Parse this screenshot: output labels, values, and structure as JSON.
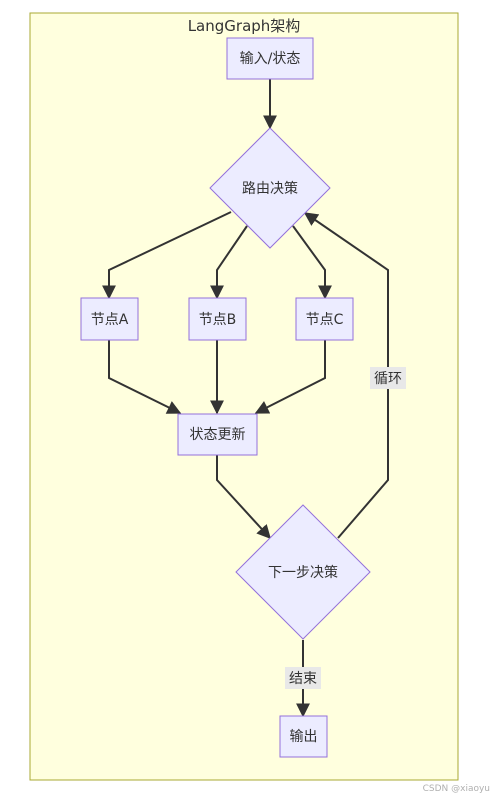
{
  "diagram": {
    "cluster_title": "LangGraph架构",
    "nodes": {
      "input_state": "输入/状态",
      "route_decision": "路由决策",
      "node_a": "节点A",
      "node_b": "节点B",
      "node_c": "节点C",
      "state_update": "状态更新",
      "next_step_decision": "下一步决策",
      "output": "输出"
    },
    "edge_labels": {
      "loop": "循环",
      "end": "结束"
    },
    "colors": {
      "cluster_fill": "#ffffde",
      "cluster_stroke": "#aaaa33",
      "node_fill": "#ececff",
      "node_stroke": "#9370db",
      "edge": "#333333",
      "edge_label_bg": "#e8e8e8"
    }
  },
  "watermark": "CSDN @xiaoyu"
}
